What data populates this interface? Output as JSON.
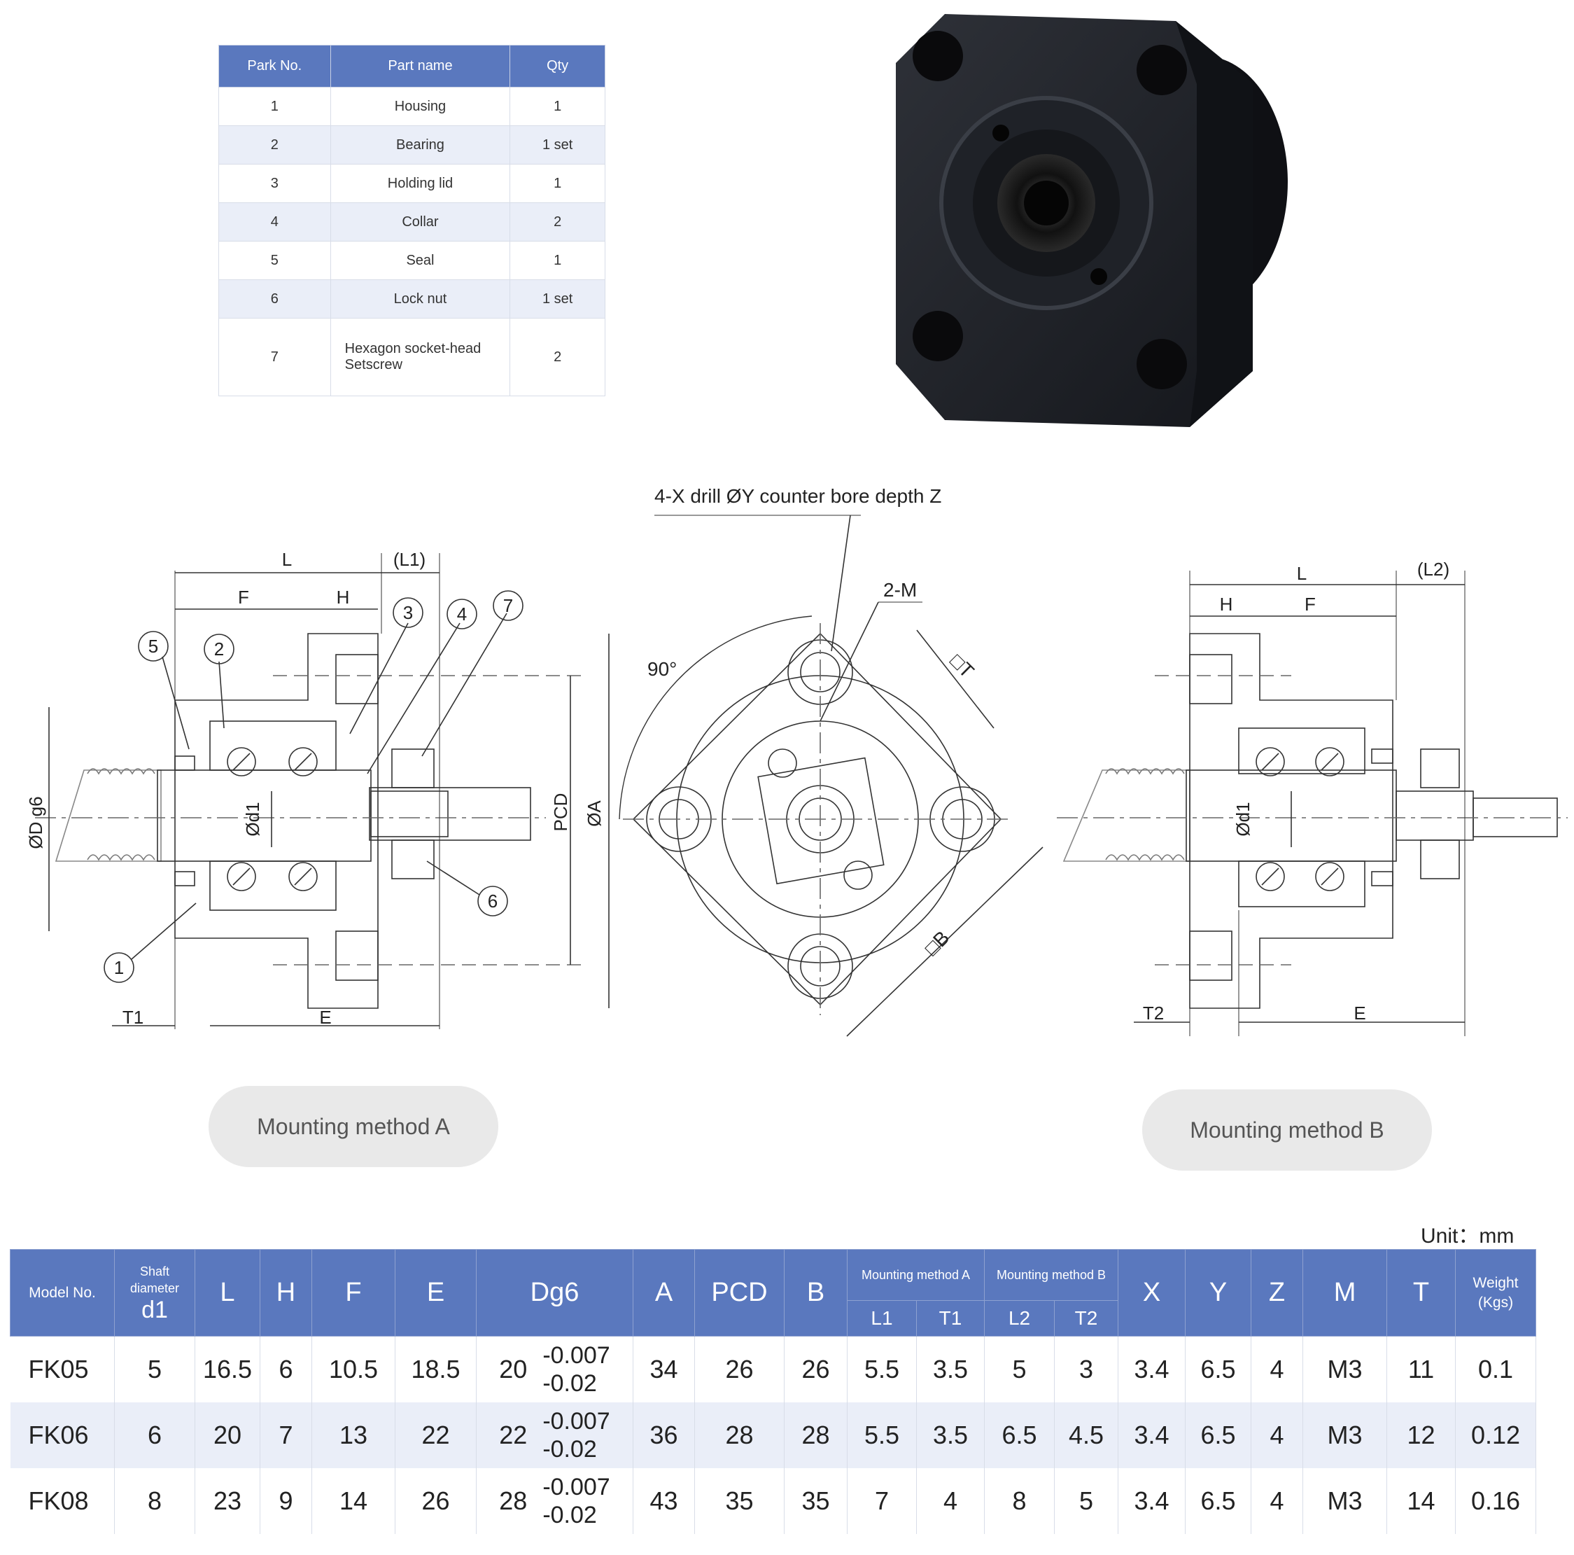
{
  "parts_table": {
    "headers": [
      "Park No.",
      "Part name",
      "Qty"
    ],
    "rows": [
      {
        "no": "1",
        "name": "Housing",
        "qty": "1"
      },
      {
        "no": "2",
        "name": "Bearing",
        "qty": "1 set"
      },
      {
        "no": "3",
        "name": "Holding lid",
        "qty": "1"
      },
      {
        "no": "4",
        "name": "Collar",
        "qty": "2"
      },
      {
        "no": "5",
        "name": "Seal",
        "qty": "1"
      },
      {
        "no": "6",
        "name": "Lock nut",
        "qty": "1 set"
      },
      {
        "no": "7",
        "name": "Hexagon socket-head Setscrew",
        "qty": "2"
      }
    ]
  },
  "drawing_labels": {
    "a": {
      "L": "L",
      "L1": "(L1)",
      "F": "F",
      "H": "H",
      "T1": "T1",
      "E": "E",
      "OD": "ØD g6",
      "d1": "Ød1",
      "PCD": "PCD",
      "OA": "ØA",
      "c1": "1",
      "c2": "2",
      "c3": "3",
      "c4": "4",
      "c5": "5",
      "c6": "6",
      "c7": "7"
    },
    "front": {
      "note": "4-X drill ØY counter bore depth Z",
      "angle": "90°",
      "M": "2-M",
      "T": "□T",
      "B": "□B"
    },
    "b": {
      "L": "L",
      "L2": "(L2)",
      "H": "H",
      "F": "F",
      "T2": "T2",
      "E": "E",
      "d1": "Ød1"
    }
  },
  "mounting": {
    "a": "Mounting method A",
    "b": "Mounting method B"
  },
  "unit": "Unit：mm",
  "spec_table": {
    "headers": {
      "model": "Model No.",
      "shaft_1": "Shaft",
      "shaft_2": "diameter",
      "shaft_3": "d1",
      "L": "L",
      "H": "H",
      "F": "F",
      "E": "E",
      "Dg6": "Dg6",
      "A": "A",
      "PCD": "PCD",
      "B": "B",
      "mount_a": "Mounting method A",
      "mount_b": "Mounting method B",
      "L1": "L1",
      "T1": "T1",
      "L2": "L2",
      "T2": "T2",
      "X": "X",
      "Y": "Y",
      "Z": "Z",
      "M": "M",
      "T": "T",
      "weight_1": "Weight",
      "weight_2": "(Kgs)"
    },
    "rows": [
      {
        "model": "FK05",
        "d1": "5",
        "L": "16.5",
        "H": "6",
        "F": "10.5",
        "E": "18.5",
        "D": "20",
        "tol_up": "-0.007",
        "tol_lo": "-0.02",
        "A": "34",
        "PCD": "26",
        "B": "26",
        "L1": "5.5",
        "T1": "3.5",
        "L2": "5",
        "T2": "3",
        "X": "3.4",
        "Y": "6.5",
        "Z": "4",
        "M": "M3",
        "T": "11",
        "W": "0.1"
      },
      {
        "model": "FK06",
        "d1": "6",
        "L": "20",
        "H": "7",
        "F": "13",
        "E": "22",
        "D": "22",
        "tol_up": "-0.007",
        "tol_lo": "-0.02",
        "A": "36",
        "PCD": "28",
        "B": "28",
        "L1": "5.5",
        "T1": "3.5",
        "L2": "6.5",
        "T2": "4.5",
        "X": "3.4",
        "Y": "6.5",
        "Z": "4",
        "M": "M3",
        "T": "12",
        "W": "0.12"
      },
      {
        "model": "FK08",
        "d1": "8",
        "L": "23",
        "H": "9",
        "F": "14",
        "E": "26",
        "D": "28",
        "tol_up": "-0.007",
        "tol_lo": "-0.02",
        "A": "43",
        "PCD": "35",
        "B": "35",
        "L1": "7",
        "T1": "4",
        "L2": "8",
        "T2": "5",
        "X": "3.4",
        "Y": "6.5",
        "Z": "4",
        "M": "M3",
        "T": "14",
        "W": "0.16"
      }
    ]
  }
}
